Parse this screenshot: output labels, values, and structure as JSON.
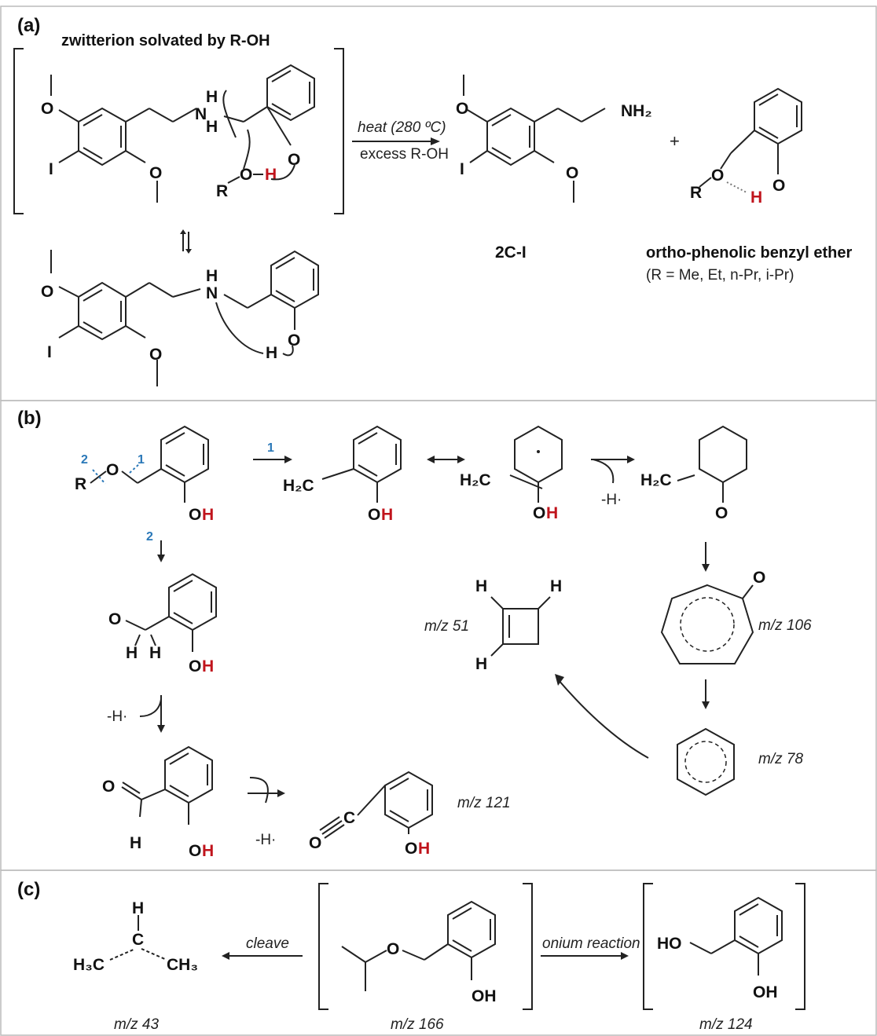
{
  "panel_a": {
    "label": "(a)",
    "title": "zwitterion solvated by R-OH",
    "conditions_top": "heat (280 ºC)",
    "conditions_bottom": "excess R-OH",
    "plus": "+",
    "product1_name": "2C-I",
    "product2_name": "ortho-phenolic benzyl ether",
    "product2_rgroups": "(R = Me, Et, n-Pr, i-Pr)",
    "atoms": {
      "O": "O",
      "I": "I",
      "H": "H",
      "N": "N",
      "R": "R",
      "NH2": "NH₂"
    }
  },
  "panel_b": {
    "label": "(b)",
    "path1": "1",
    "path2": "2",
    "loss_h": "-H·",
    "mz51": "m/z 51",
    "mz106": "m/z 106",
    "mz78": "m/z 78",
    "mz121": "m/z 121",
    "atoms": {
      "H2C": "H₂C",
      "OH_O": "O",
      "OH_H": "H",
      "R": "R",
      "H": "H",
      "C": "C",
      "O": "O"
    }
  },
  "panel_c": {
    "label": "(c)",
    "cleave": "cleave",
    "onium": "onium reaction",
    "mz43": "m/z 43",
    "mz166": "m/z 166",
    "mz124": "m/z 124",
    "atoms": {
      "H3C": "H₃C",
      "CH3": "CH₃",
      "HO": "HO",
      "OH": "OH",
      "C": "C",
      "H": "H",
      "O": "O"
    }
  },
  "colors": {
    "accent_red": "#c0141c",
    "accent_blue": "#2a78b8",
    "panel_border": "#bbbbbb"
  }
}
